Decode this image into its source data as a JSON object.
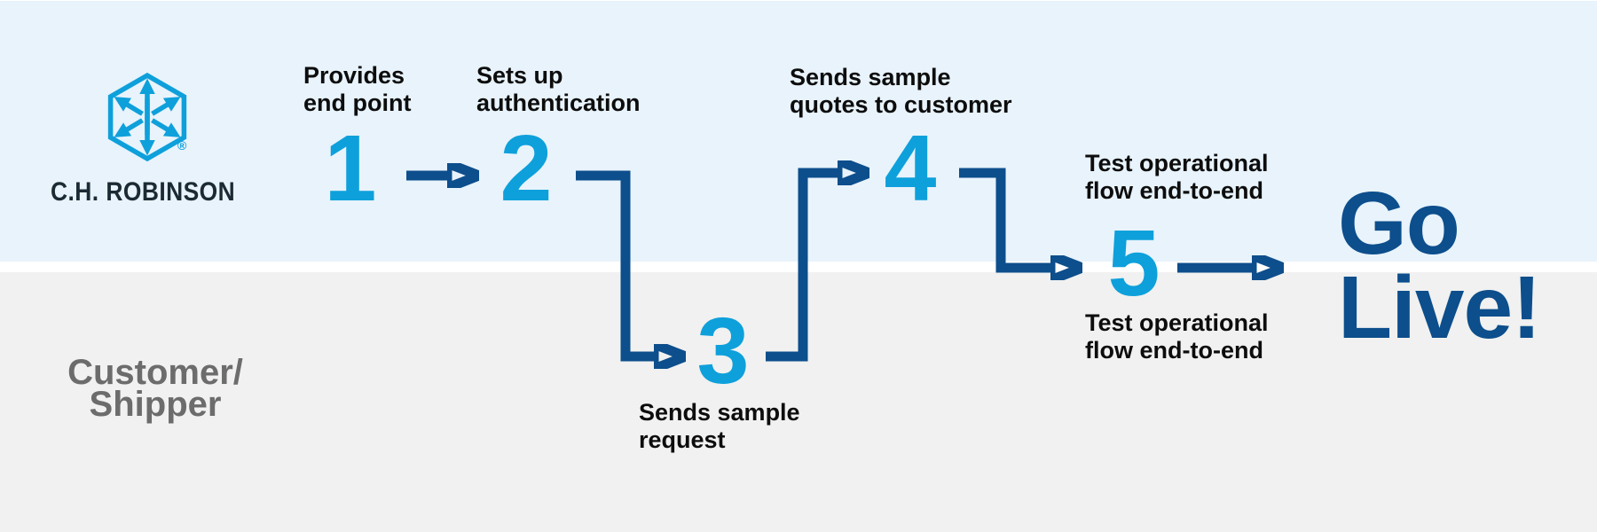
{
  "brand": {
    "name": "C.H. ROBINSON",
    "registered": "®"
  },
  "lanes": {
    "bottom": {
      "line1": "Customer/",
      "line2": "Shipper"
    }
  },
  "steps": [
    {
      "num": "1",
      "label": {
        "line1": "Provides",
        "line2": "end point"
      }
    },
    {
      "num": "2",
      "label": {
        "line1": "Sets up",
        "line2": "authentication"
      }
    },
    {
      "num": "3",
      "label": {
        "line1": "Sends sample",
        "line2": "request"
      }
    },
    {
      "num": "4",
      "label": {
        "line1": "Sends sample",
        "line2": "quotes to customer"
      }
    },
    {
      "num": "5",
      "label_top": {
        "line1": "Test operational",
        "line2": "flow end-to-end"
      },
      "label_bottom": {
        "line1": "Test operational",
        "line2": "flow end-to-end"
      }
    }
  ],
  "outcome": {
    "line1": "Go",
    "line2": "Live!"
  },
  "colors": {
    "accent_blue": "#0EA0DB",
    "navy": "#0D4E8C",
    "lane_top_bg": "#E8F3FB",
    "lane_bottom_bg": "#F0F1F0",
    "divider": "#FFFFFF",
    "label_text": "#0D0D0D",
    "brand_text": "#1B2A33",
    "customer_text": "#6B6C6B"
  }
}
